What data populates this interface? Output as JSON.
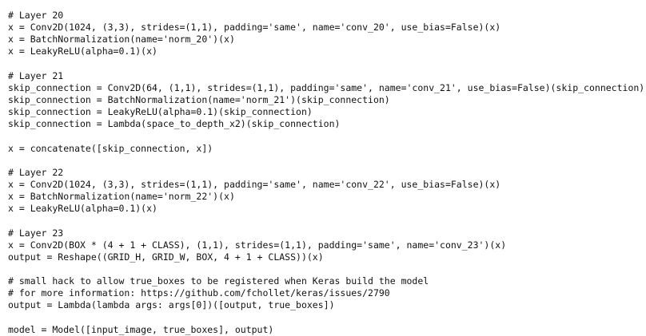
{
  "code": {
    "lines": [
      "# Layer 20",
      "x = Conv2D(1024, (3,3), strides=(1,1), padding='same', name='conv_20', use_bias=False)(x)",
      "x = BatchNormalization(name='norm_20')(x)",
      "x = LeakyReLU(alpha=0.1)(x)",
      "",
      "# Layer 21",
      "skip_connection = Conv2D(64, (1,1), strides=(1,1), padding='same', name='conv_21', use_bias=False)(skip_connection)",
      "skip_connection = BatchNormalization(name='norm_21')(skip_connection)",
      "skip_connection = LeakyReLU(alpha=0.1)(skip_connection)",
      "skip_connection = Lambda(space_to_depth_x2)(skip_connection)",
      "",
      "x = concatenate([skip_connection, x])",
      "",
      "# Layer 22",
      "x = Conv2D(1024, (3,3), strides=(1,1), padding='same', name='conv_22', use_bias=False)(x)",
      "x = BatchNormalization(name='norm_22')(x)",
      "x = LeakyReLU(alpha=0.1)(x)",
      "",
      "# Layer 23",
      "x = Conv2D(BOX * (4 + 1 + CLASS), (1,1), strides=(1,1), padding='same', name='conv_23')(x)",
      "output = Reshape((GRID_H, GRID_W, BOX, 4 + 1 + CLASS))(x)",
      "",
      "# small hack to allow true_boxes to be registered when Keras build the model",
      "# for more information: https://github.com/fchollet/keras/issues/2790",
      "output = Lambda(lambda args: args[0])([output, true_boxes])",
      "",
      "model = Model([input_image, true_boxes], output)"
    ]
  }
}
